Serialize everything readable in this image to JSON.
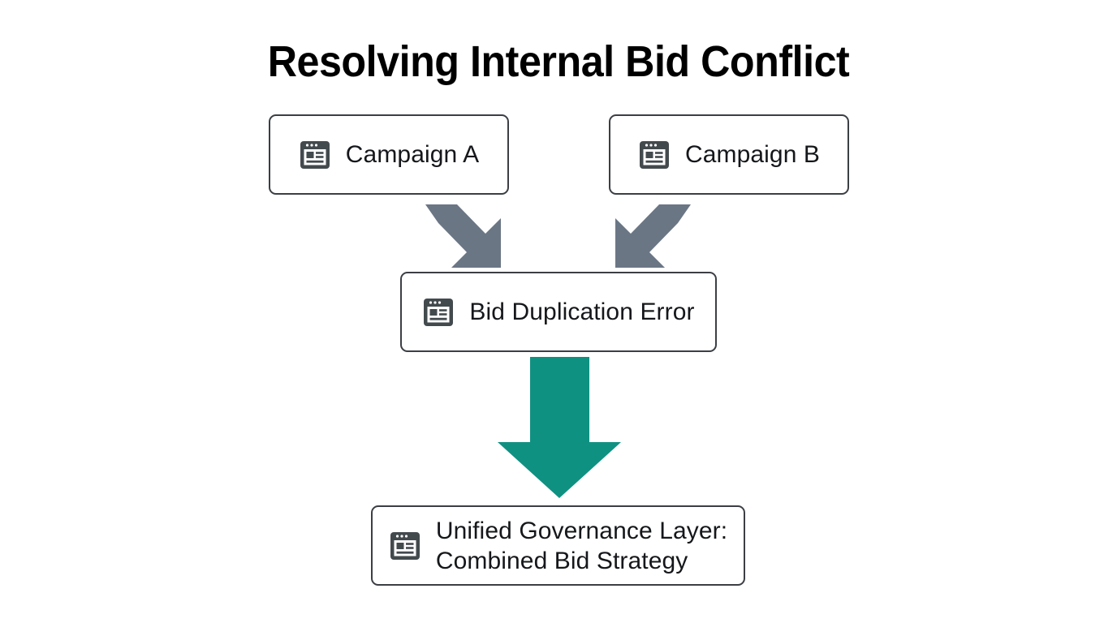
{
  "page": {
    "title": "Resolving Internal Bid Conflict",
    "background_color": "#ffffff"
  },
  "colors": {
    "title_text": "#000000",
    "node_border": "#3b3f44",
    "node_fill": "#ffffff",
    "node_text": "#15171a",
    "icon": "#434a4e",
    "gray_arrow": "#6b7685",
    "teal_arrow": "#0f9182"
  },
  "nodes": [
    {
      "id": "campaign-a",
      "label": "Campaign A",
      "icon": "browser-window-icon"
    },
    {
      "id": "campaign-b",
      "label": "Campaign B",
      "icon": "browser-window-icon"
    },
    {
      "id": "conflict",
      "label": "Bid Duplication Error",
      "icon": "browser-window-icon"
    },
    {
      "id": "resolution",
      "label": "Unified Governance Layer:\nCombined Bid Strategy",
      "icon": "browser-window-icon"
    }
  ],
  "connectors": [
    {
      "id": "campaign-a-to-conflict",
      "name": "gray-diagonal-arrow-down-right",
      "from": "campaign-a",
      "to": "conflict",
      "color": "#6b7685",
      "direction": "down-right"
    },
    {
      "id": "campaign-b-to-conflict",
      "name": "gray-diagonal-arrow-down-left",
      "from": "campaign-b",
      "to": "conflict",
      "color": "#6b7685",
      "direction": "down-left"
    },
    {
      "id": "conflict-to-resolution",
      "name": "teal-block-arrow-down",
      "from": "conflict",
      "to": "resolution",
      "color": "#0f9182",
      "direction": "down"
    }
  ]
}
